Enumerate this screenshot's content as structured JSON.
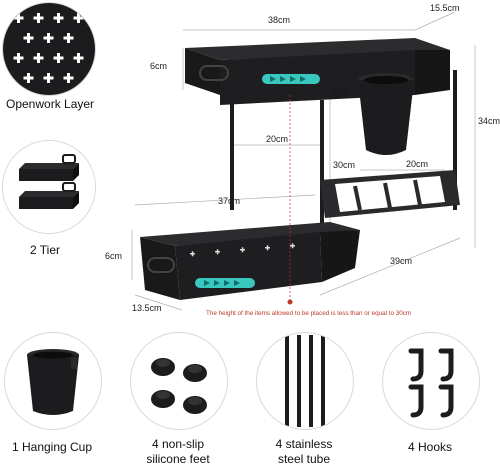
{
  "dimensions": {
    "top_length": "38cm",
    "top_width": "15.5cm",
    "top_height": "6cm",
    "overall_height": "34cm",
    "inner_width_top": "20cm",
    "clearance_height": "30cm",
    "inner_width_right": "20cm",
    "bottom_length": "37cm",
    "bottom_height": "6cm",
    "bottom_width": "13.5cm",
    "overall_length": "39cm"
  },
  "note": "The height of the items allowed to be placed is less than or equal to 30cm",
  "features": {
    "openwork": "Openwork Layer",
    "two_tier": "2 Tier"
  },
  "accessories": [
    {
      "label": "1 Hanging Cup"
    },
    {
      "label": "4 non-slip\nsilicone feet"
    },
    {
      "label": "4 stainless\nsteel tube"
    },
    {
      "label": "4 Hooks"
    }
  ],
  "colors": {
    "product": "#1c1c1e",
    "accent": "#39c8c0",
    "note_red": "#c0392b",
    "dim_line": "#b0b0b0"
  }
}
